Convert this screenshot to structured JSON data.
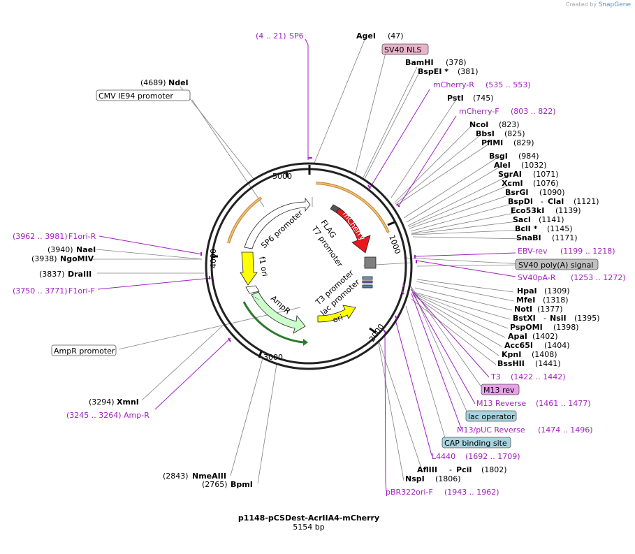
{
  "credit": {
    "prefix": "Created by",
    "brand": "SnapGene"
  },
  "plasmid": {
    "name": "p1148-pCSDest-AcrIIA4-mCherry",
    "size_label": "5154 bp"
  },
  "ruler_ticks": [
    "1000",
    "2000",
    "3000",
    "4000",
    "5000"
  ],
  "features": {
    "mcherry": "mCherry",
    "flag": "FLAG",
    "t7_promoter": "T7 promoter",
    "sp6_promoter": "SP6 promoter",
    "f1_ori": "f1 ori",
    "ampr": "AmpR",
    "ori": "ori",
    "t3_promoter": "T3 promoter",
    "lac_promoter": "lac promoter"
  },
  "boxed_labels": {
    "sv40_nls": "SV40 NLS",
    "cmv_promoter": "CMV IE94 promoter",
    "sv40_polya": "SV40 poly(A) signal",
    "m13_rev": "M13 rev",
    "lac_operator": "lac operator",
    "cap_site": "CAP binding site",
    "ampr_promoter": "AmpR promoter"
  },
  "primers": {
    "sp6": {
      "name": "SP6",
      "range": "(4 .. 21)"
    },
    "mcherry_r": {
      "name": "mCherry-R",
      "range": "(535 .. 553)"
    },
    "mcherry_f": {
      "name": "mCherry-F",
      "range": "(803 .. 822)"
    },
    "ebv_rev": {
      "name": "EBV-rev",
      "range": "(1199 .. 1218)"
    },
    "sv40pa_r": {
      "name": "SV40pA-R",
      "range": "(1253 .. 1272)"
    },
    "t3": {
      "name": "T3",
      "range": "(1422 .. 1442)"
    },
    "m13_reverse": {
      "name": "M13 Reverse",
      "range": "(1461 .. 1477)"
    },
    "m13_puc_reverse": {
      "name": "M13/pUC Reverse",
      "range": "(1474 .. 1496)"
    },
    "l4440": {
      "name": "L4440",
      "range": "(1692 .. 1709)"
    },
    "pbr322ori_f": {
      "name": "pBR322ori-F",
      "range": "(1943 .. 1962)"
    },
    "amp_r": {
      "name": "Amp-R",
      "range": "(3245 .. 3264)"
    },
    "f1ori_f": {
      "name": "F1ori-F",
      "range": "(3750 .. 3771)"
    },
    "f1ori_r": {
      "name": "F1ori-R",
      "range": "(3962 .. 3981)"
    }
  },
  "sites": {
    "agei": {
      "name": "AgeI",
      "pos": "(47)"
    },
    "bamhi": {
      "name": "BamHI",
      "pos": "(378)"
    },
    "bspei": {
      "name": "BspEI *",
      "pos": "(381)"
    },
    "psti": {
      "name": "PstI",
      "pos": "(745)"
    },
    "ncoi": {
      "name": "NcoI",
      "pos": "(823)"
    },
    "bbsi": {
      "name": "BbsI",
      "pos": "(825)"
    },
    "pflmi": {
      "name": "PflMI",
      "pos": "(829)"
    },
    "bsgi": {
      "name": "BsgI",
      "pos": "(984)"
    },
    "alei": {
      "name": "AleI",
      "pos": "(1032)"
    },
    "sgrai": {
      "name": "SgrAI",
      "pos": "(1071)"
    },
    "xcmi": {
      "name": "XcmI",
      "pos": "(1076)"
    },
    "bsrgi": {
      "name": "BsrGI",
      "pos": "(1090)"
    },
    "bspdi_clai": {
      "name1": "BspDI",
      "sep": "-",
      "name2": "ClaI",
      "pos": "(1121)"
    },
    "eco53ki": {
      "name": "Eco53kI",
      "pos": "(1139)"
    },
    "saci": {
      "name": "SacI",
      "pos": "(1141)"
    },
    "bcli": {
      "name": "BclI *",
      "pos": "(1145)"
    },
    "snabi": {
      "name": "SnaBI",
      "pos": "(1171)"
    },
    "hpai": {
      "name": "HpaI",
      "pos": "(1309)"
    },
    "mfei": {
      "name": "MfeI",
      "pos": "(1318)"
    },
    "noti": {
      "name": "NotI",
      "pos": "(1377)"
    },
    "bstxi_nsii": {
      "name1": "BstXI",
      "sep": "-",
      "name2": "NsiI",
      "pos": "(1395)"
    },
    "pspomi": {
      "name": "PspOMI",
      "pos": "(1398)"
    },
    "apai": {
      "name": "ApaI",
      "pos": "(1402)"
    },
    "acc65i": {
      "name": "Acc65I",
      "pos": "(1404)"
    },
    "kpni": {
      "name": "KpnI",
      "pos": "(1408)"
    },
    "bsshii": {
      "name": "BssHII",
      "pos": "(1441)"
    },
    "afliii_pcii": {
      "name1": "AflIII",
      "sep": "-",
      "name2": "PciI",
      "pos": "(1802)"
    },
    "nspi": {
      "name": "NspI",
      "pos": "(1806)"
    },
    "bpmi": {
      "name": "BpmI",
      "pos": "(2765)"
    },
    "nmeaiii": {
      "name": "NmeAIII",
      "pos": "(2843)"
    },
    "xmni": {
      "name": "XmnI",
      "pos": "(3294)"
    },
    "draiii": {
      "name": "DraIII",
      "pos": "(3837)"
    },
    "ngomiv": {
      "name": "NgoMIV",
      "pos": "(3938)"
    },
    "naei": {
      "name": "NaeI",
      "pos": "(3940)"
    },
    "ndei": {
      "name": "NdeI",
      "pos": "(4689)"
    }
  },
  "colors": {
    "mcherry": "#e8181c",
    "promoter_white": "#ffffff",
    "f1_ori": "#ffff00",
    "ampr": "#ccffcc",
    "ori": "#ffff00",
    "sv40_nls": "#e8b4c8",
    "sv40_polya": "#c0c0c0",
    "m13_rev": "#e8a0e8",
    "lac_operator": "#a8d4e0",
    "primer": "#a020c0",
    "orange_arc": "#e8a040",
    "green_arc": "#2a8a2a"
  }
}
